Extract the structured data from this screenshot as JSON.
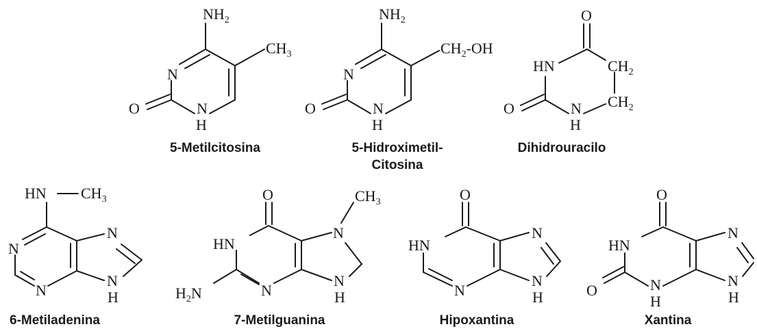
{
  "molecules": [
    {
      "id": "m1",
      "name_lines": [
        "5-Metilcitosina"
      ],
      "labels": {
        "nh2": "NH",
        "nh2sub": "2",
        "n": "N",
        "o": "O",
        "n1": "N",
        "h": "H",
        "ch3": "CH",
        "ch3sub": "3"
      }
    },
    {
      "id": "m2",
      "name_lines": [
        "5-Hidroximetil-",
        "Citosina"
      ],
      "labels": {
        "nh2": "NH",
        "nh2sub": "2",
        "n": "N",
        "o": "O",
        "n1": "N",
        "h": "H",
        "ch2": "CH",
        "ch2sub": "2",
        "oh": "-OH"
      }
    },
    {
      "id": "m3",
      "name_lines": [
        "Dihidrouracilo"
      ],
      "labels": {
        "o4": "O",
        "hn": "HN",
        "o2": "O",
        "n1": "N",
        "h": "H",
        "ch2a": "CH",
        "ch2asub": "2",
        "ch2b": "CH",
        "ch2bsub": "2"
      }
    },
    {
      "id": "m4",
      "name_lines": [
        "6-Metiladenina"
      ],
      "labels": {
        "hn": "HN",
        "ch3": "CH",
        "ch3sub": "3",
        "n1": "N",
        "n3": "N",
        "n7": "N",
        "n9": "N",
        "h": "H"
      }
    },
    {
      "id": "m5",
      "name_lines": [
        "7-Metilguanina"
      ],
      "labels": {
        "o6": "O",
        "hn": "HN",
        "h2n": "H",
        "h2nsub": "2",
        "h2nN": "N",
        "n3": "N",
        "n7": "N",
        "n9": "N",
        "h": "H",
        "ch3": "CH",
        "ch3sub": "3"
      }
    },
    {
      "id": "m6",
      "name_lines": [
        "Hipoxantina"
      ],
      "labels": {
        "o6": "O",
        "hn": "HN",
        "n3": "N",
        "n7": "N",
        "n9": "N",
        "h": "H"
      }
    },
    {
      "id": "m7",
      "name_lines": [
        "Xantina"
      ],
      "labels": {
        "o6": "O",
        "hn": "HN",
        "o2": "O",
        "n3": "N",
        "h3": "H",
        "n7": "N",
        "n9": "N",
        "h9": "H"
      }
    }
  ]
}
